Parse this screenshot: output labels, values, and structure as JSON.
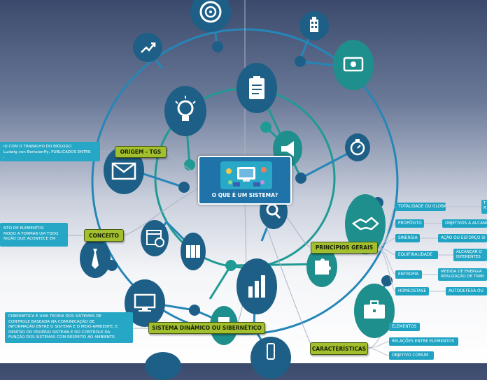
{
  "central": {
    "title": "O QUE É UM SISTEMA?"
  },
  "topics": {
    "origem": "ORIGEM - TGS",
    "conceito": "CONCEITO",
    "sistema_dinamico": "SISTEMA DINÂMICO OU SIBERNÉTICO",
    "principios": "PRINCÍPIOS GERAIS",
    "caracteristicas": "CARACTERÍSTICAS"
  },
  "notes": {
    "origem_lines": [
      "IU COM O TRABALHO DO BIÓLOGO",
      "Ludwig von Bertalanffy, PUBLICADOS ENTRE",
      "."
    ],
    "conceito_lines": [
      "NTO DE ELEMENTOS",
      "MODO A FORMAR UM TODO",
      "NIÇÃO QUE ACONTECE EM"
    ],
    "cibernetica_lines": [
      "CIBERNÉTICA É UMA TEORIA DOS SISTEMAS DE",
      "CONTROLE BASEADA NA COMUNICAÇÃO DE",
      "INFORMAÇÃO ENTRE O SISTEMA E O MEIO-AMBIENTE, E",
      "DENTRO DO PROPRIO SISTEMA E DO CONTROLE DA",
      "FUNÇÃO DOS SISTEMAS COM RESPEITO AO AMBIENTE."
    ]
  },
  "principios": [
    {
      "label": "TOTALIDADE OU GLOBALISMO",
      "detail": [
        "T",
        "R"
      ]
    },
    {
      "label": "PROPÓSITO",
      "detail": [
        "OBJETIVOS A ALCANÇ"
      ]
    },
    {
      "label": "SINERGIA",
      "detail": [
        "AÇÃO OU ESFORÇO SI"
      ]
    },
    {
      "label": "EQUIFINALIDADE",
      "detail": [
        "ALCANÇAR O",
        "DIFERENTES"
      ]
    },
    {
      "label": "ENTROPIA",
      "detail": [
        "MEDIDA DE ENERGIA",
        "REALIZAÇÃO DE TRAB"
      ]
    },
    {
      "label": "HOMEOSTASE",
      "detail": [
        "AUTODEFESA OU"
      ]
    }
  ],
  "caracteristicas": [
    "ELEMENTOS",
    "RELAÇÕES ENTRE ELEMENTOS",
    "OBJETIVO COMUM"
  ],
  "icons": [
    "target-icon",
    "building-icon",
    "chart-up-icon",
    "money-icon",
    "lightbulb-icon",
    "clipboard-icon",
    "megaphone-icon",
    "stopwatch-icon",
    "envelope-icon",
    "magnifier-icon",
    "handshake-icon",
    "calendar-icon",
    "tie-icon",
    "binders-icon",
    "puzzle-icon",
    "bar-chart-icon",
    "monitor-icon",
    "briefcase-icon",
    "notepad-icon",
    "phone-icon",
    "laptop-icon"
  ],
  "colors": {
    "topic": "#a2bf2e",
    "subtopic": "#1fa3c3",
    "icon_circle": "#1d5f86",
    "icon_circle_teal": "#1f8f8d",
    "connector": "#2586b8"
  }
}
